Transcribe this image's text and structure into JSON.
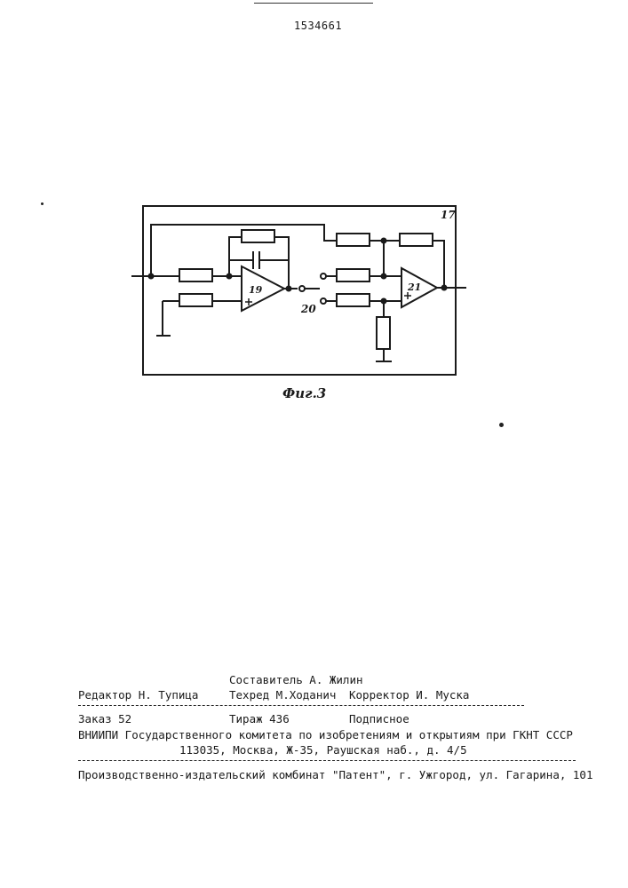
{
  "header": {
    "patent_number": "1534661"
  },
  "figure": {
    "caption": "Фиг.3",
    "labels": {
      "block": "17",
      "amp1": "19",
      "switch": "20",
      "amp2": "21"
    }
  },
  "footer": {
    "compiler": "Составитель А. Жилин",
    "editor": "Редактор Н. Тупица",
    "tech_editor": "Техред М.Ходанич",
    "corrector": "Корректор И. Муска",
    "order": "Заказ 52",
    "circulation": "Тираж 436",
    "subscription": "Подписное",
    "institute": "ВНИИПИ Государственного комитета по изобретениям и открытиям при ГКНТ СССР",
    "address": "113035, Москва, Ж-35, Раушская наб., д. 4/5",
    "printer": "Производственно-издательский комбинат \"Патент\", г. Ужгород, ул. Гагарина, 101"
  }
}
